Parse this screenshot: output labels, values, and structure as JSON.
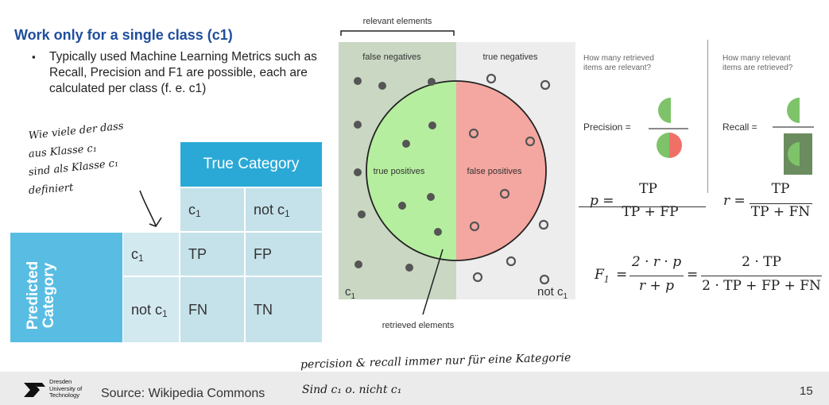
{
  "slide": {
    "title": "Work only for a single class (c1)",
    "bullet_marker": "▪",
    "bullet": "Typically used Machine Learning Metrics such as Recall, Precision and F1 are possible, each are calculated per class (f. e. c1)",
    "page_number": "15",
    "source": "Source: Wikipedia Commons"
  },
  "logo": {
    "text": "Dresden\nUniversity of\nTechnology",
    "icon": "tu-dresden-logo-icon"
  },
  "matrix": {
    "true_header": "True Category",
    "pred_header": "Predicted\nCategory",
    "col_c1": "c",
    "col_not_c1": "not c",
    "row_c1": "c",
    "row_not_c1": "not c",
    "sub": "1",
    "tp": "TP",
    "fp": "FP",
    "fn": "FN",
    "tn": "TN"
  },
  "diagram": {
    "relevant_elements": "relevant elements",
    "false_negatives": "false negatives",
    "true_negatives": "true negatives",
    "true_positives": "true positives",
    "false_positives": "false positives",
    "retrieved_elements": "retrieved elements",
    "c1": "c",
    "not_c1": "not c",
    "sub": "1",
    "colors": {
      "fn_bg": "#c9d7c3",
      "tn_bg": "#ededed",
      "tp": "#b6ee9f",
      "fp": "#f4a7a0"
    }
  },
  "metrics": {
    "q_precision": "How many retrieved\nitems are relevant?",
    "q_recall": "How many relevant\nitems are retrieved?",
    "precision_label": "Precision =",
    "recall_label": "Recall =",
    "p_lhs": "p =",
    "p_num": "TP",
    "p_den": "TP + FP",
    "r_lhs": "r =",
    "r_num": "TP",
    "r_den": "TP + FN",
    "f1_lhs": "F",
    "f1_sub": "1",
    "f1_eq": "=",
    "f1_num1": "2 · r · p",
    "f1_den1": "r + p",
    "f1_eq2": "=",
    "f1_num2": "2 · TP",
    "f1_den2": "2 · TP + FP + FN"
  },
  "handwriting": {
    "note_left_1": "Wie viele der dass",
    "note_left_2": "aus Klasse c₁",
    "note_left_3": "sind als Klasse c₁",
    "note_left_4": "definiert",
    "note_bottom_1": "percision & recall  immer nur für  eine Kategorie",
    "note_bottom_2": "Sind c₁ o. nicht c₁"
  }
}
